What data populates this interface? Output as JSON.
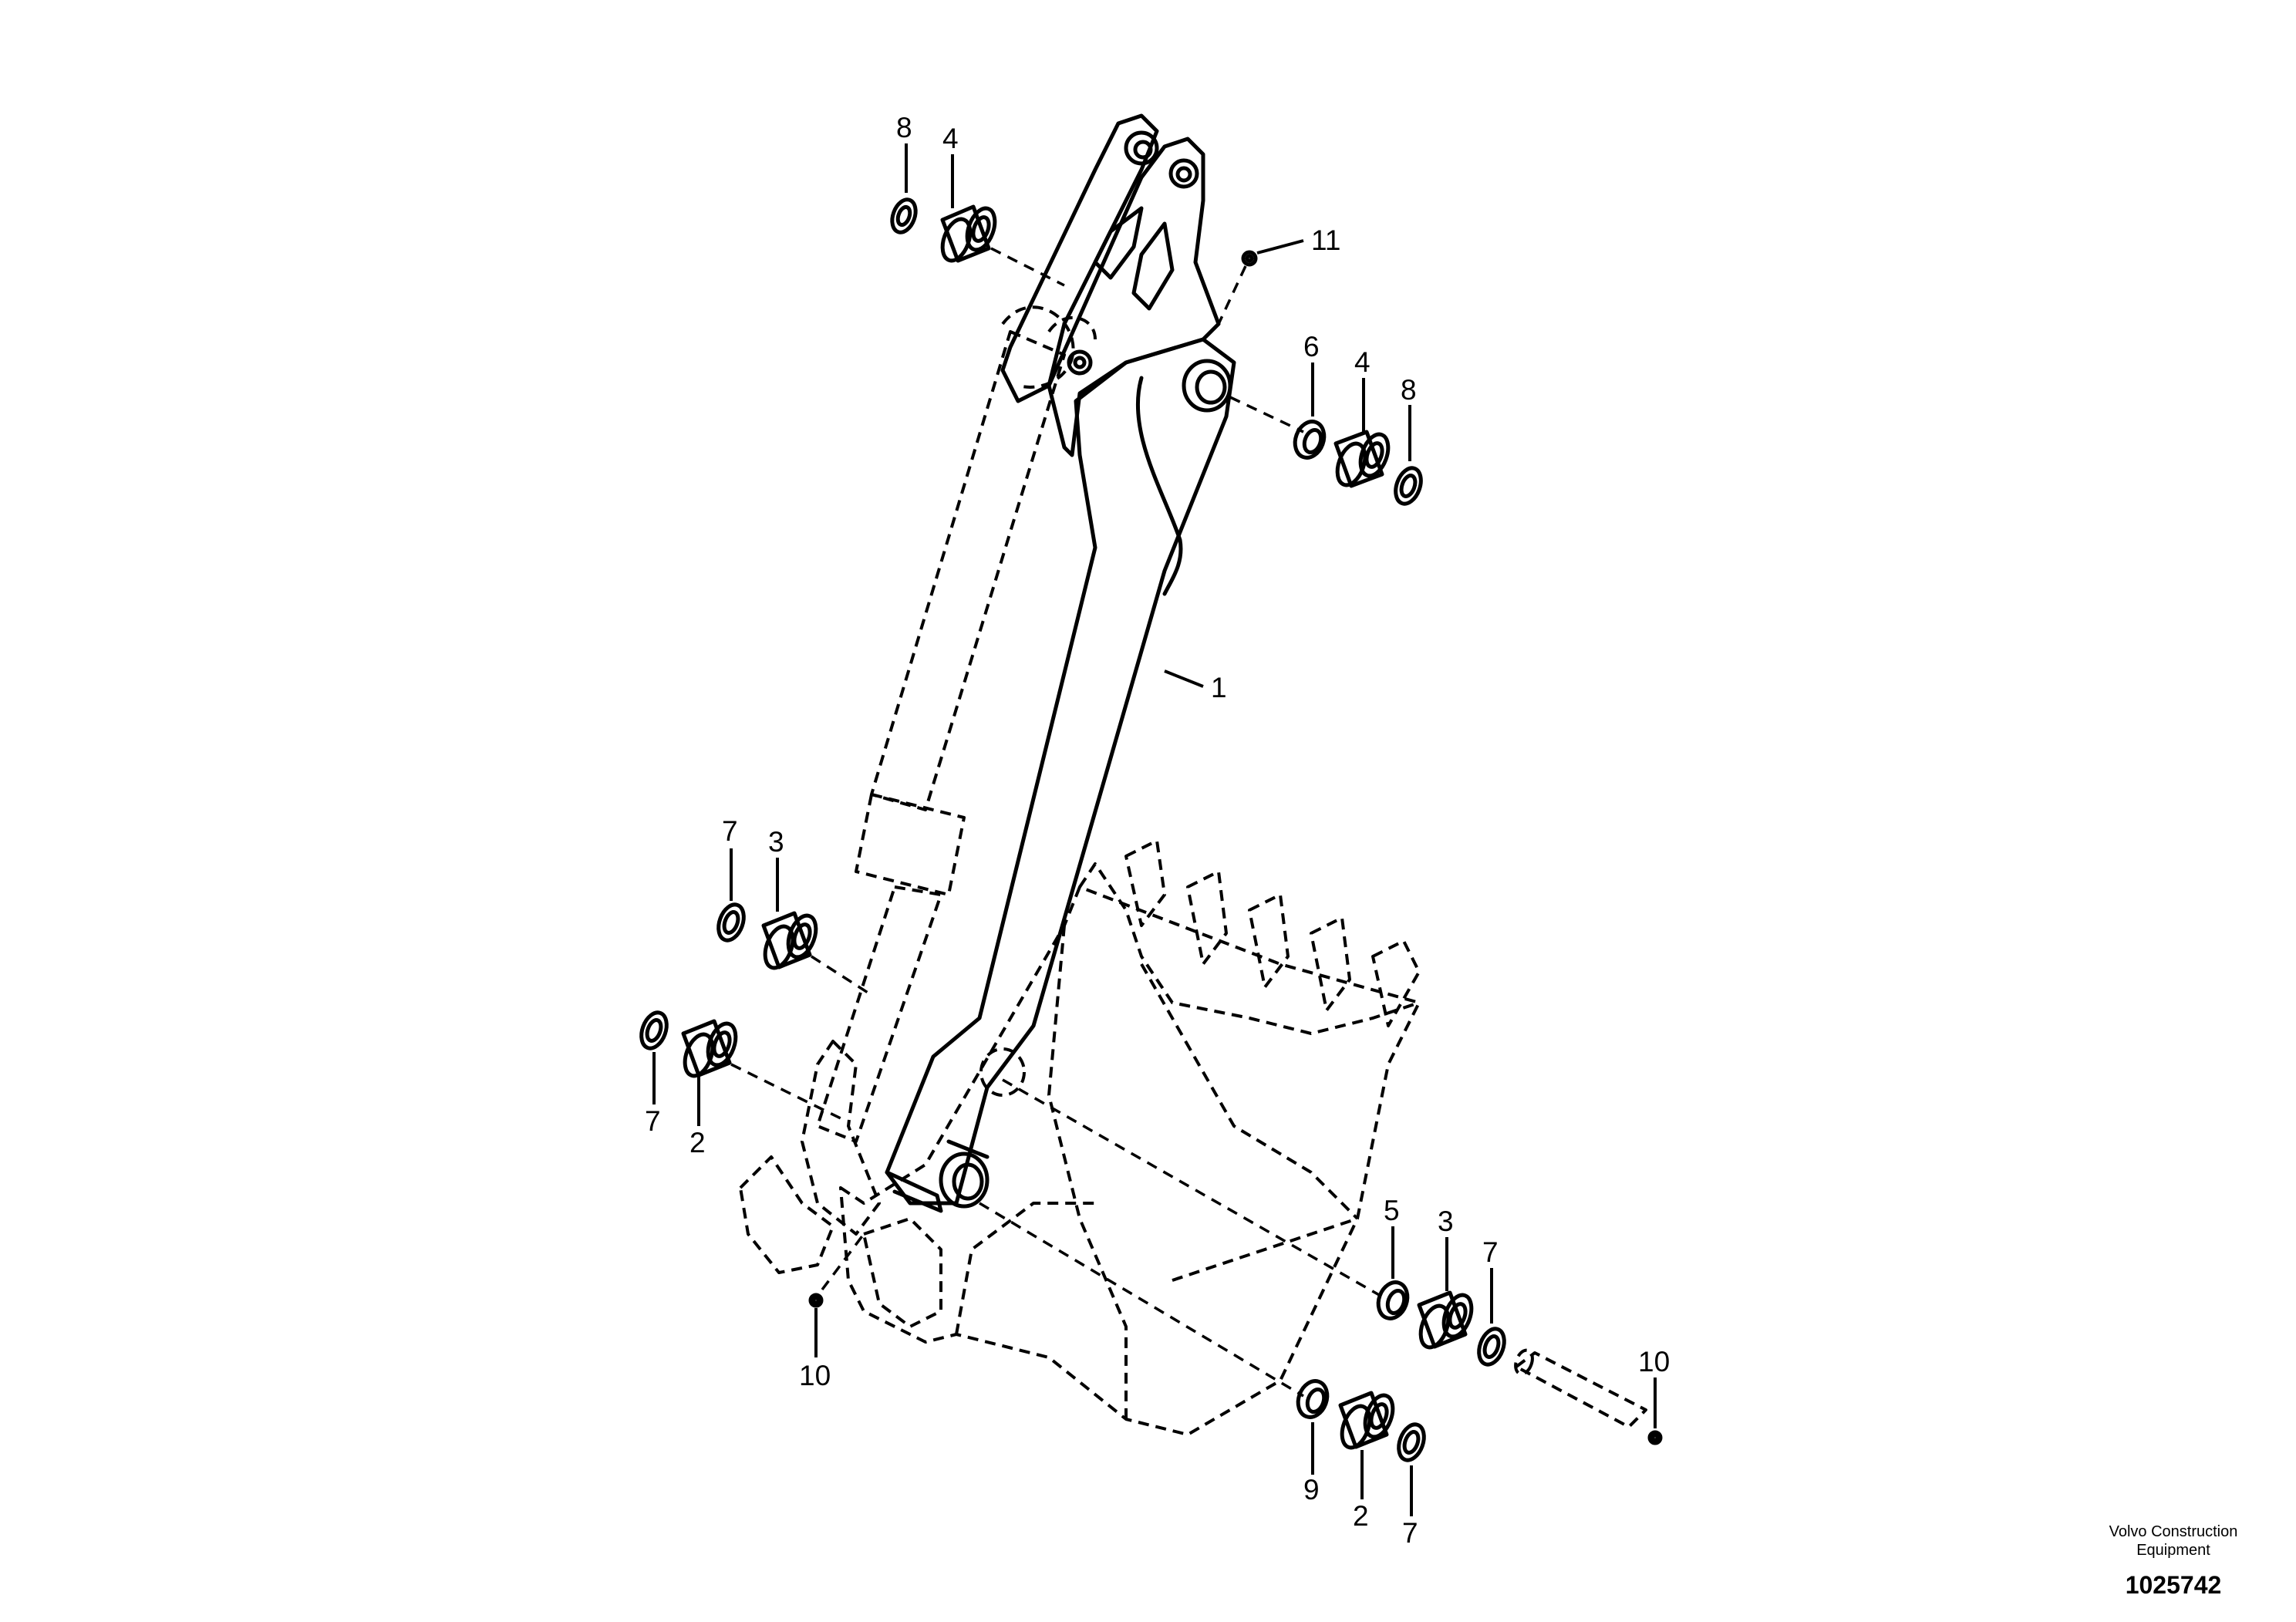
{
  "callouts": {
    "c1": "1",
    "c2a": "2",
    "c2b": "2",
    "c3a": "3",
    "c3b": "3",
    "c4a": "4",
    "c4b": "4",
    "c5": "5",
    "c6": "6",
    "c7a": "7",
    "c7b": "7",
    "c7c": "7",
    "c7d": "7",
    "c8a": "8",
    "c8b": "8",
    "c9": "9",
    "c10a": "10",
    "c10b": "10",
    "c11": "11"
  },
  "caption": {
    "line1": "Volvo Construction",
    "line2": "Equipment",
    "drawing_number": "1025742"
  }
}
